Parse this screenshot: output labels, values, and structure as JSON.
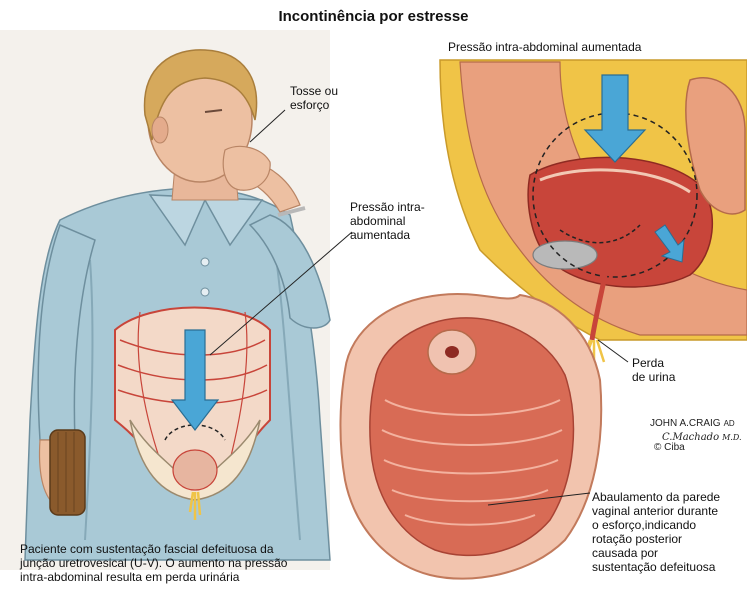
{
  "title": "Incontinência por estresse",
  "labels": {
    "cough": "Tosse ou\nesforço",
    "pressure_top": "Pressão intra-abdominal aumentada",
    "pressure_mid": "Pressão intra-\nabdominal\naumentada",
    "urine_loss": "Perda\nde urina",
    "caption_left": "Paciente com sustentação fascial defeituosa da\njunção uretrovesical (U-V). O aumento na pressão\nintra-abdominal resulta em perda urinária",
    "caption_right": "Abaulamento da parede\nvaginal anterior durante\no esforço,indicando\nrotação posterior\ncausada por\nsustentação defeituosa"
  },
  "signature": {
    "artist": "JOHN A.CRAIG",
    "artist_suffix": "AD",
    "hand": "C.Machado",
    "hand_suffix": "M.D.",
    "copyright": "© Ciba"
  },
  "colors": {
    "arrow": "#4aa6d6",
    "flesh": "#e9a07e",
    "tissue_red": "#c8453a",
    "fat_yellow": "#f0c447",
    "dress": "#a9c9d6",
    "hair": "#d6a95c"
  }
}
